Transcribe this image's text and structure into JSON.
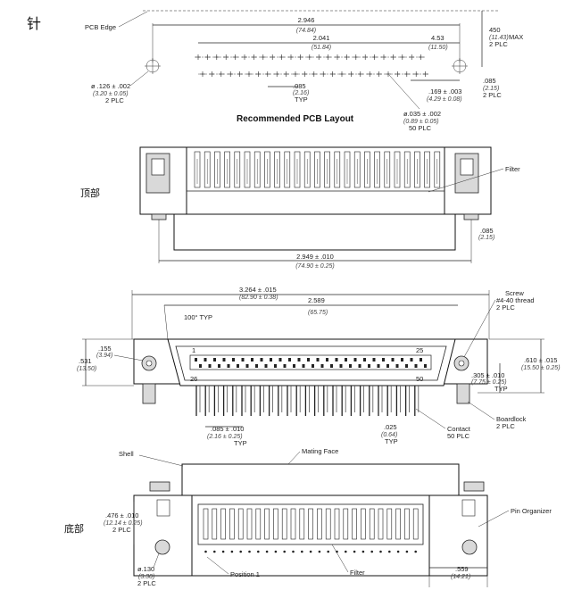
{
  "side_labels": {
    "pin": "针",
    "top": "顶部",
    "bottom": "底部"
  },
  "pcb_layout": {
    "title": "Recommended PCB Layout",
    "pcb_edge": "PCB Edge",
    "d_overall": "2.946",
    "d_overall_mm": "(74.84)",
    "d_row": "2.041",
    "d_row_mm": "(51.84)",
    "d_453": "4.53",
    "d_453_mm": "(11.50)",
    "d_450": "450",
    "d_450_mm": "(11.43)",
    "d_450_note1": "MAX",
    "d_450_note2": "2 PLC",
    "d_hole": "ø .126 ± .002",
    "d_hole_mm": "(3.20 ± 0.05)",
    "d_hole_plc": "2 PLC",
    "d_085a": ".085",
    "d_085a_mm": "(2.16)",
    "d_085a_typ": "TYP",
    "d_169": ".169 ± .003",
    "d_169_mm": "(4.29 ± 0.08)",
    "d_085b": ".085",
    "d_085b_mm": "(2.15)",
    "d_085b_plc": "2 PLC",
    "d_035": "ø.035 ± .002",
    "d_035_mm": "(0.89 ± 0.05)",
    "d_035_plc": "50 PLC"
  },
  "top_view": {
    "filter": "Filter",
    "d_width": "2.949 ± .010",
    "d_width_mm": "(74.90 ± 0.25)"
  },
  "front_view": {
    "d_3264": "3.264 ± .015",
    "d_3264_mm": "(82.90 ± 0.38)",
    "d_2589": "2.589",
    "d_2589_mm": "(65.75)",
    "d_angle": "100° TYP",
    "d_155": ".155",
    "d_155_mm": "(3.94)",
    "d_531": ".531",
    "d_531_mm": "(13.50)",
    "screw": "Screw",
    "screw_thread": "#4-40 thread",
    "screw_plc": "2 PLC",
    "d_610": ".610 ± .015",
    "d_610_mm": "(15.50 ± 0.25)",
    "d_305": ".305 ± .010",
    "d_305_mm": "(7.75 ± 0.25)",
    "d_305_typ": "TYP",
    "pin_1": "1",
    "pin_25": "25",
    "pin_26": "26",
    "pin_50": "50",
    "d_085": ".085 ± .010",
    "d_085_mm": "(2.16 ± 0.25)",
    "d_085_typ": "TYP",
    "d_025": ".025",
    "d_025_mm": "(0.64)",
    "d_025_typ": "TYP",
    "contact": "Contact",
    "contact_plc": "50 PLC",
    "boardlock": "Boardlock",
    "boardlock_plc": "2 PLC"
  },
  "bottom_view": {
    "shell": "Shell",
    "mating_face": "Mating Face",
    "d_476": ".476 ± .010",
    "d_476_mm": "(12.14 ± 0.25)",
    "d_476_plc": "2 PLC",
    "pin_organizer": "Pin Organizer",
    "d_130": "ø.130",
    "d_130_mm": "(3.30)",
    "d_130_plc": "2 PLC",
    "position_1": "Position 1",
    "filter": "Filter",
    "d_559": ".559",
    "d_559_mm": "(14.21)"
  }
}
